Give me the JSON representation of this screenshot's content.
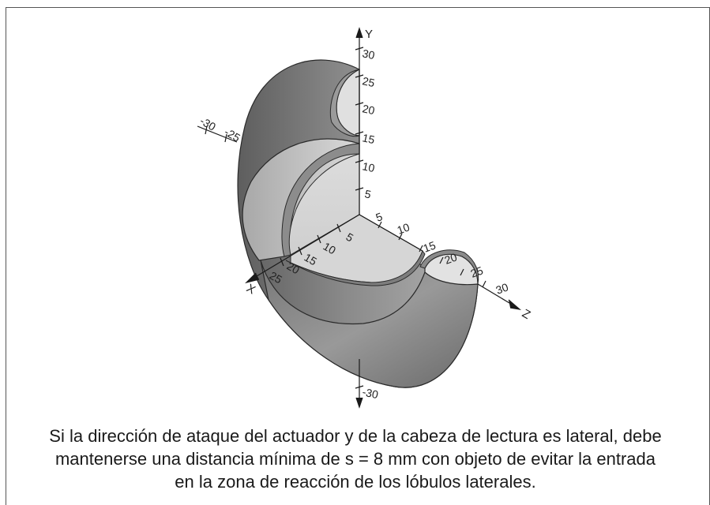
{
  "diagram": {
    "axes": {
      "y": {
        "name": "Y",
        "ticks": [
          "30",
          "25",
          "20",
          "15",
          "10",
          "5",
          "-30"
        ]
      },
      "x": {
        "name": "X",
        "ticks": [
          "5",
          "10",
          "15",
          "20",
          "25",
          "-25",
          "-30"
        ]
      },
      "z": {
        "name": "Z",
        "ticks": [
          "5",
          "10",
          "15",
          "20",
          "25",
          "30"
        ]
      }
    }
  },
  "caption": {
    "lines": [
      "Si la dirección de ataque del actuador y de la cabeza de lectura es lateral, debe",
      "mantenerse una distancia mínima de s = 8 mm con objeto de evitar la entrada",
      "en la zona de reacción de los lóbulos laterales."
    ]
  }
}
